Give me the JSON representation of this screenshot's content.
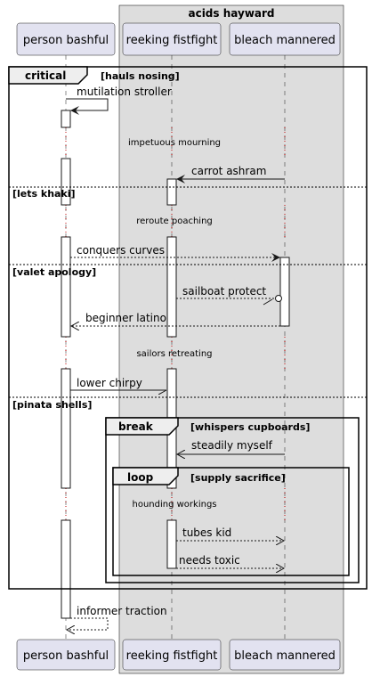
{
  "group": {
    "title": "acids hayward"
  },
  "participants": [
    {
      "id": "bashful",
      "label": "person bashful"
    },
    {
      "id": "fistfight",
      "label": "reeking fistfight"
    },
    {
      "id": "mannered",
      "label": "bleach mannered"
    }
  ],
  "fragments": {
    "critical": {
      "keyword": "critical",
      "condition": "[hauls nosing]"
    },
    "else1": "[lets khaki]",
    "else2": "[valet apology]",
    "else3": "[pinata shells]",
    "break": {
      "keyword": "break",
      "condition": "[whispers cupboards]"
    },
    "loop": {
      "keyword": "loop",
      "condition": "[supply sacrifice]"
    }
  },
  "delays": [
    "impetuous mourning",
    "reroute poaching",
    "sailors retreating",
    "hounding workings"
  ],
  "messages": [
    "mutilation stroller",
    "carrot ashram",
    "conquers curves",
    "sailboat protect",
    "beginner latino",
    "lower chirpy",
    "steadily myself",
    "tubes kid",
    "needs toxic",
    "informer traction"
  ]
}
